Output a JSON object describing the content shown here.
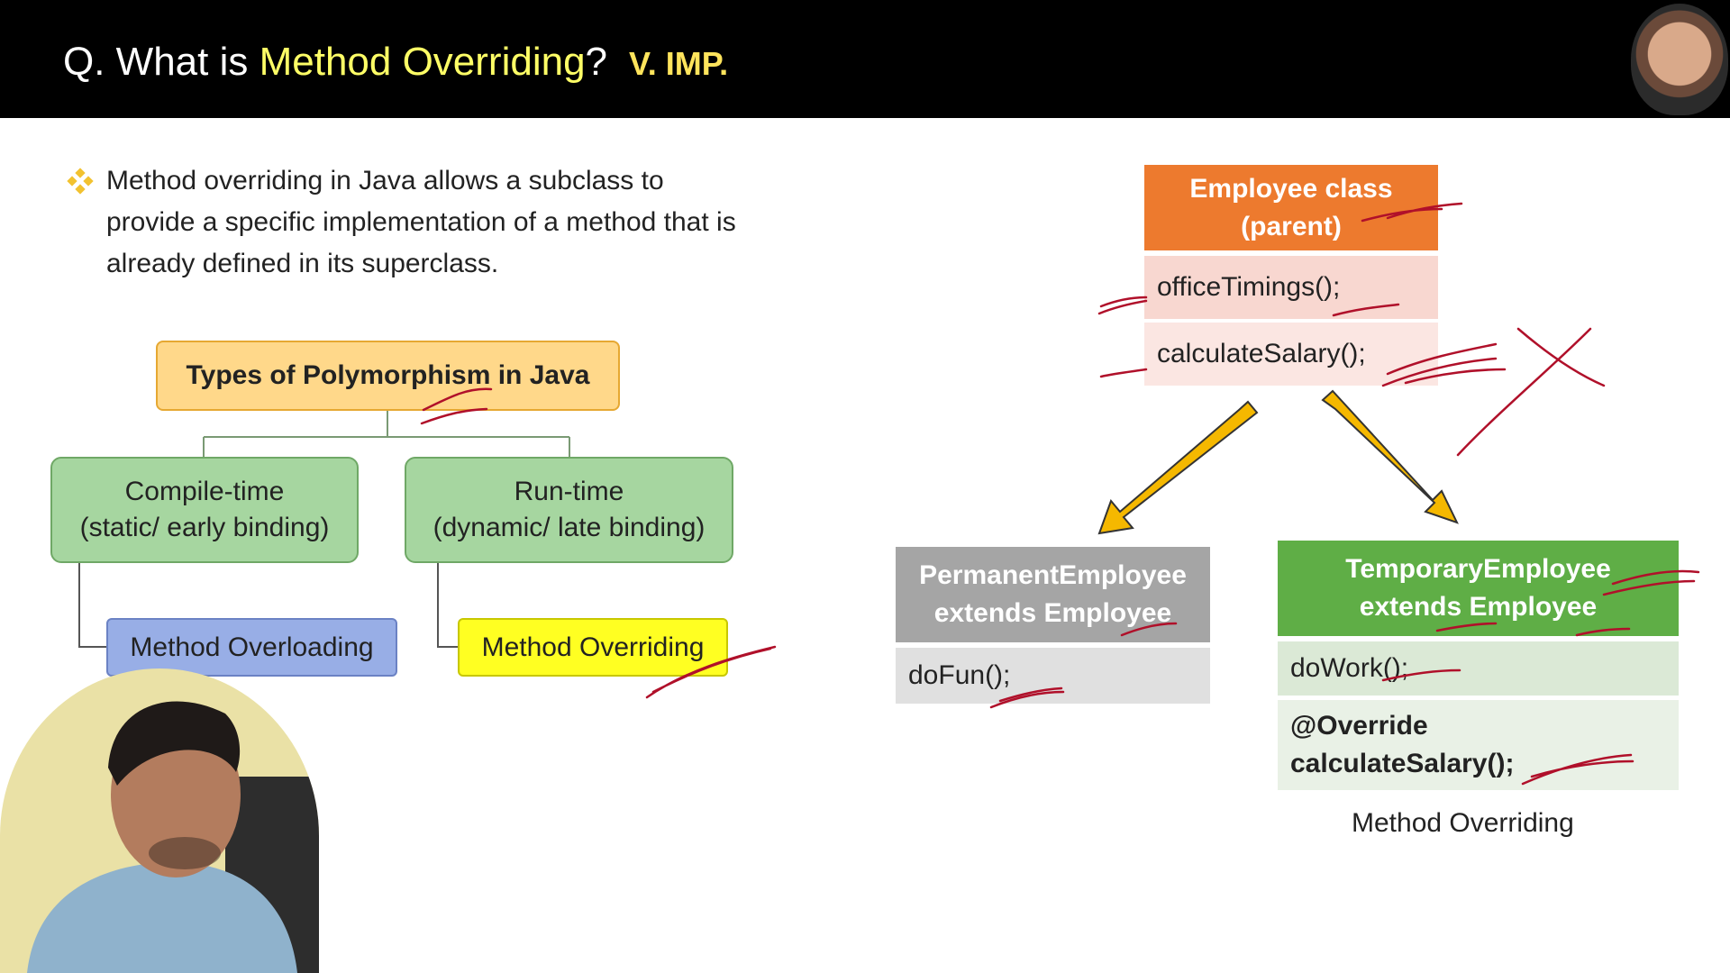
{
  "header": {
    "question_prefix": "Q. What is ",
    "question_highlight": "Method Overriding",
    "question_suffix": "?",
    "badge": "V. IMP."
  },
  "bullet": {
    "text": "Method overriding in Java allows a subclass to provide a specific implementation of a method that is already defined in its superclass."
  },
  "tree": {
    "root": "Types of Polymorphism in Java",
    "compile_time_line1": "Compile-time",
    "compile_time_line2": "(static/ early binding)",
    "run_time_line1": "Run-time",
    "run_time_line2": "(dynamic/ late binding)",
    "leaf_overloading": "Method Overloading",
    "leaf_overriding": "Method Overriding"
  },
  "class_diagram": {
    "employee": {
      "title_line1": "Employee class",
      "title_line2": "(parent)",
      "methods": [
        "officeTimings();",
        "calculateSalary();"
      ]
    },
    "permanent": {
      "title_line1": "PermanentEmployee",
      "title_line2": "extends Employee",
      "methods": [
        "doFun();"
      ]
    },
    "temporary": {
      "title_line1": "TemporaryEmployee",
      "title_line2": "extends Employee",
      "methods": [
        "doWork();"
      ],
      "override_annotation": "@Override",
      "override_method": "calculateSalary();"
    },
    "caption": "Method Overriding"
  },
  "colors": {
    "header_bg": "#000000",
    "highlight": "#ffff66",
    "badge": "#ffe45c",
    "employee_head": "#ed7a2e",
    "permanent_head": "#a5a5a5",
    "temporary_head": "#5fae46",
    "arrow": "#f5b800",
    "ink": "#b0102a"
  }
}
